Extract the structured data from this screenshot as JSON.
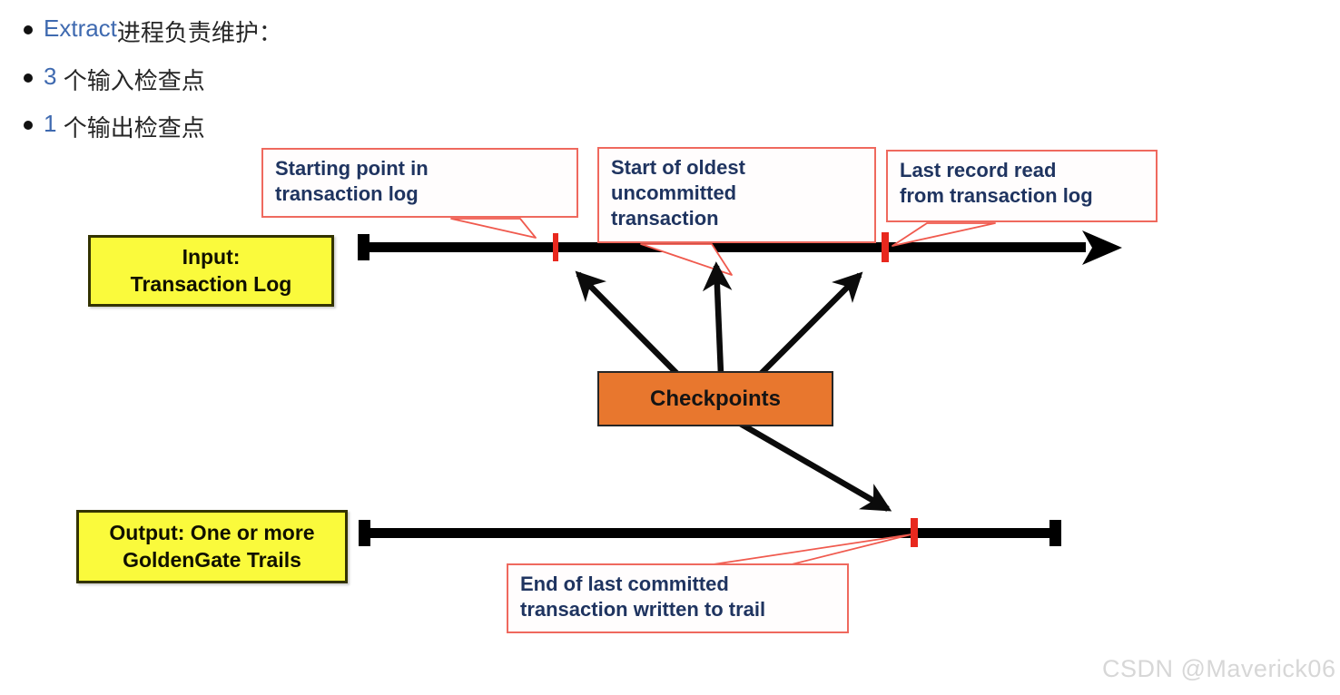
{
  "bullets": [
    {
      "highlight": "Extract",
      "text": "进程负责维护："
    },
    {
      "highlight": "3",
      "text": " 个输入检查点"
    },
    {
      "highlight": "1",
      "text": " 个输出检查点"
    }
  ],
  "diagram": {
    "input_box": {
      "line1": "Input:",
      "line2": "Transaction Log"
    },
    "output_box": {
      "line1": "Output: One or more",
      "line2": "GoldenGate Trails"
    },
    "checkpoints_label": "Checkpoints",
    "callout_starting_point": {
      "line1": "Starting point in",
      "line2": "transaction log"
    },
    "callout_oldest_uncommitted": {
      "line1": "Start of oldest",
      "line2": "uncommitted",
      "line3": "transaction"
    },
    "callout_last_record": {
      "line1": "Last record read",
      "line2": "from transaction log"
    },
    "callout_end_committed": {
      "line1": "End of last committed",
      "line2": "transaction written to trail"
    }
  },
  "watermark": "CSDN @Maverick06",
  "colors": {
    "timeline_black": "#000000",
    "checkpoint_tick_red": "#e8281e",
    "callout_border_red": "#ef695e",
    "callout_text_navy": "#1f3460",
    "io_box_yellow": "#fafa3c",
    "checkpoints_orange": "#e8772e",
    "highlight_blue": "#3f6ab0",
    "watermark_gray": "#d7d7d7"
  }
}
